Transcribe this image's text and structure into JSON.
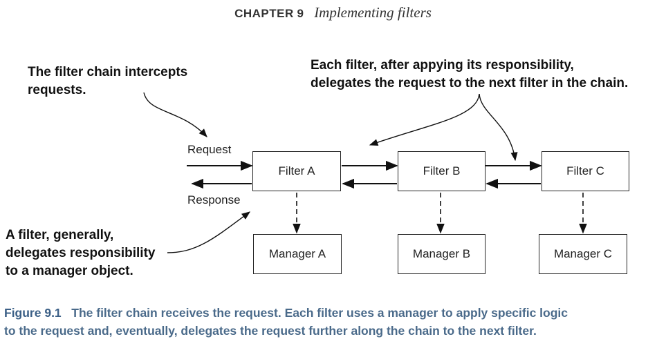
{
  "header": {
    "chapter_label": "CHAPTER",
    "chapter_number": "9",
    "section_title": "Implementing filters"
  },
  "annotations": {
    "top_left": [
      "The filter chain intercepts",
      "requests."
    ],
    "top_right": [
      "Each filter, after appying its responsibility,",
      "delegates the request to the next filter in the chain."
    ],
    "bottom_left": [
      "A filter, generally,",
      "delegates responsibility",
      "to a manager object."
    ]
  },
  "flow_labels": {
    "request": "Request",
    "response": "Response"
  },
  "filters": [
    "Filter A",
    "Filter B",
    "Filter C"
  ],
  "managers": [
    "Manager A",
    "Manager B",
    "Manager C"
  ],
  "caption": {
    "figure_label": "Figure 9.1",
    "line1": "The filter chain receives the request. Each filter uses a manager to apply specific logic",
    "line2": "to the request and, eventually, delegates the request further along the chain to the next filter."
  }
}
